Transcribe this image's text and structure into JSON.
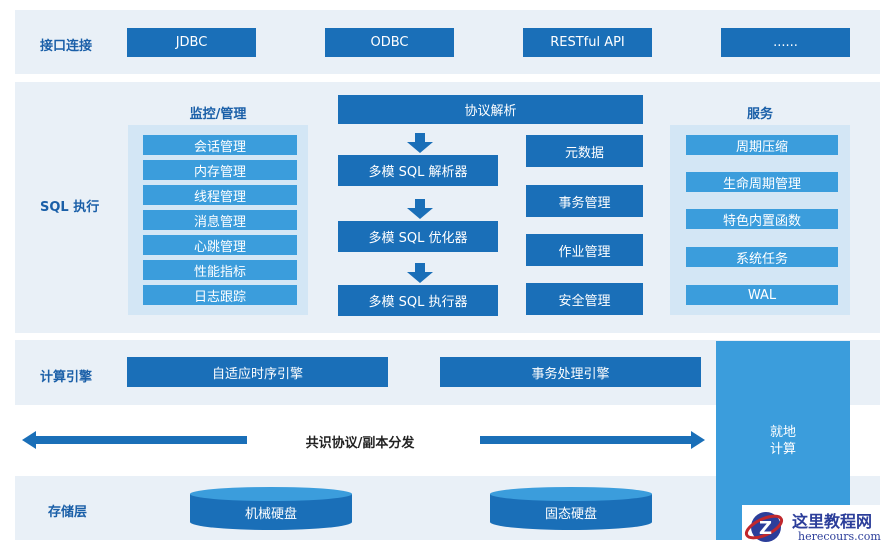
{
  "interface": {
    "label": "接口连接",
    "items": [
      "JDBC",
      "ODBC",
      "RESTful API",
      "......"
    ]
  },
  "sql": {
    "label": "SQL 执行",
    "monitor": {
      "title": "监控/管理",
      "items": [
        "会话管理",
        "内存管理",
        "线程管理",
        "消息管理",
        "心跳管理",
        "性能指标",
        "日志跟踪"
      ]
    },
    "protocol": "协议解析",
    "pipeline": [
      "多模 SQL 解析器",
      "多模 SQL 优化器",
      "多模 SQL 执行器"
    ],
    "side": [
      "元数据",
      "事务管理",
      "作业管理",
      "安全管理"
    ],
    "services": {
      "title": "服务",
      "items": [
        "周期压缩",
        "生命周期管理",
        "特色内置函数",
        "系统任务",
        "WAL"
      ]
    }
  },
  "compute": {
    "label": "计算引擎",
    "items": [
      "自适应时序引擎",
      "事务处理引擎"
    ]
  },
  "consensus": "共识协议/副本分发",
  "local_compute": "就地\n计算",
  "storage": {
    "label": "存储层",
    "items": [
      "机械硬盘",
      "固态硬盘"
    ]
  },
  "watermark": {
    "title": "这里教程网",
    "url": "herecours.com"
  },
  "colors": {
    "dark": "#1a6fb8",
    "light": "#3b9ddc",
    "band": "#e9f0f7",
    "panel": "#d3e6f5"
  }
}
